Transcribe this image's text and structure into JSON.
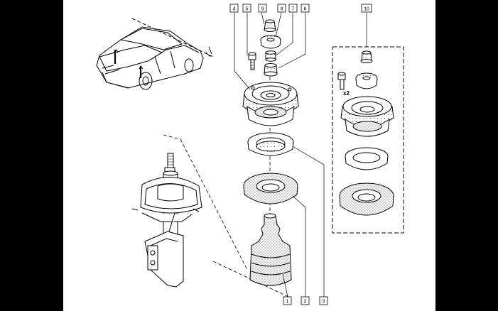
{
  "diagram": {
    "callouts": {
      "c1": "1",
      "c2": "2",
      "c3": "3",
      "c4": "4",
      "c5": "5",
      "c6": "6",
      "c7": "7",
      "c8": "8",
      "c9": "9",
      "c10": "10"
    },
    "quantity_label": "x2"
  }
}
